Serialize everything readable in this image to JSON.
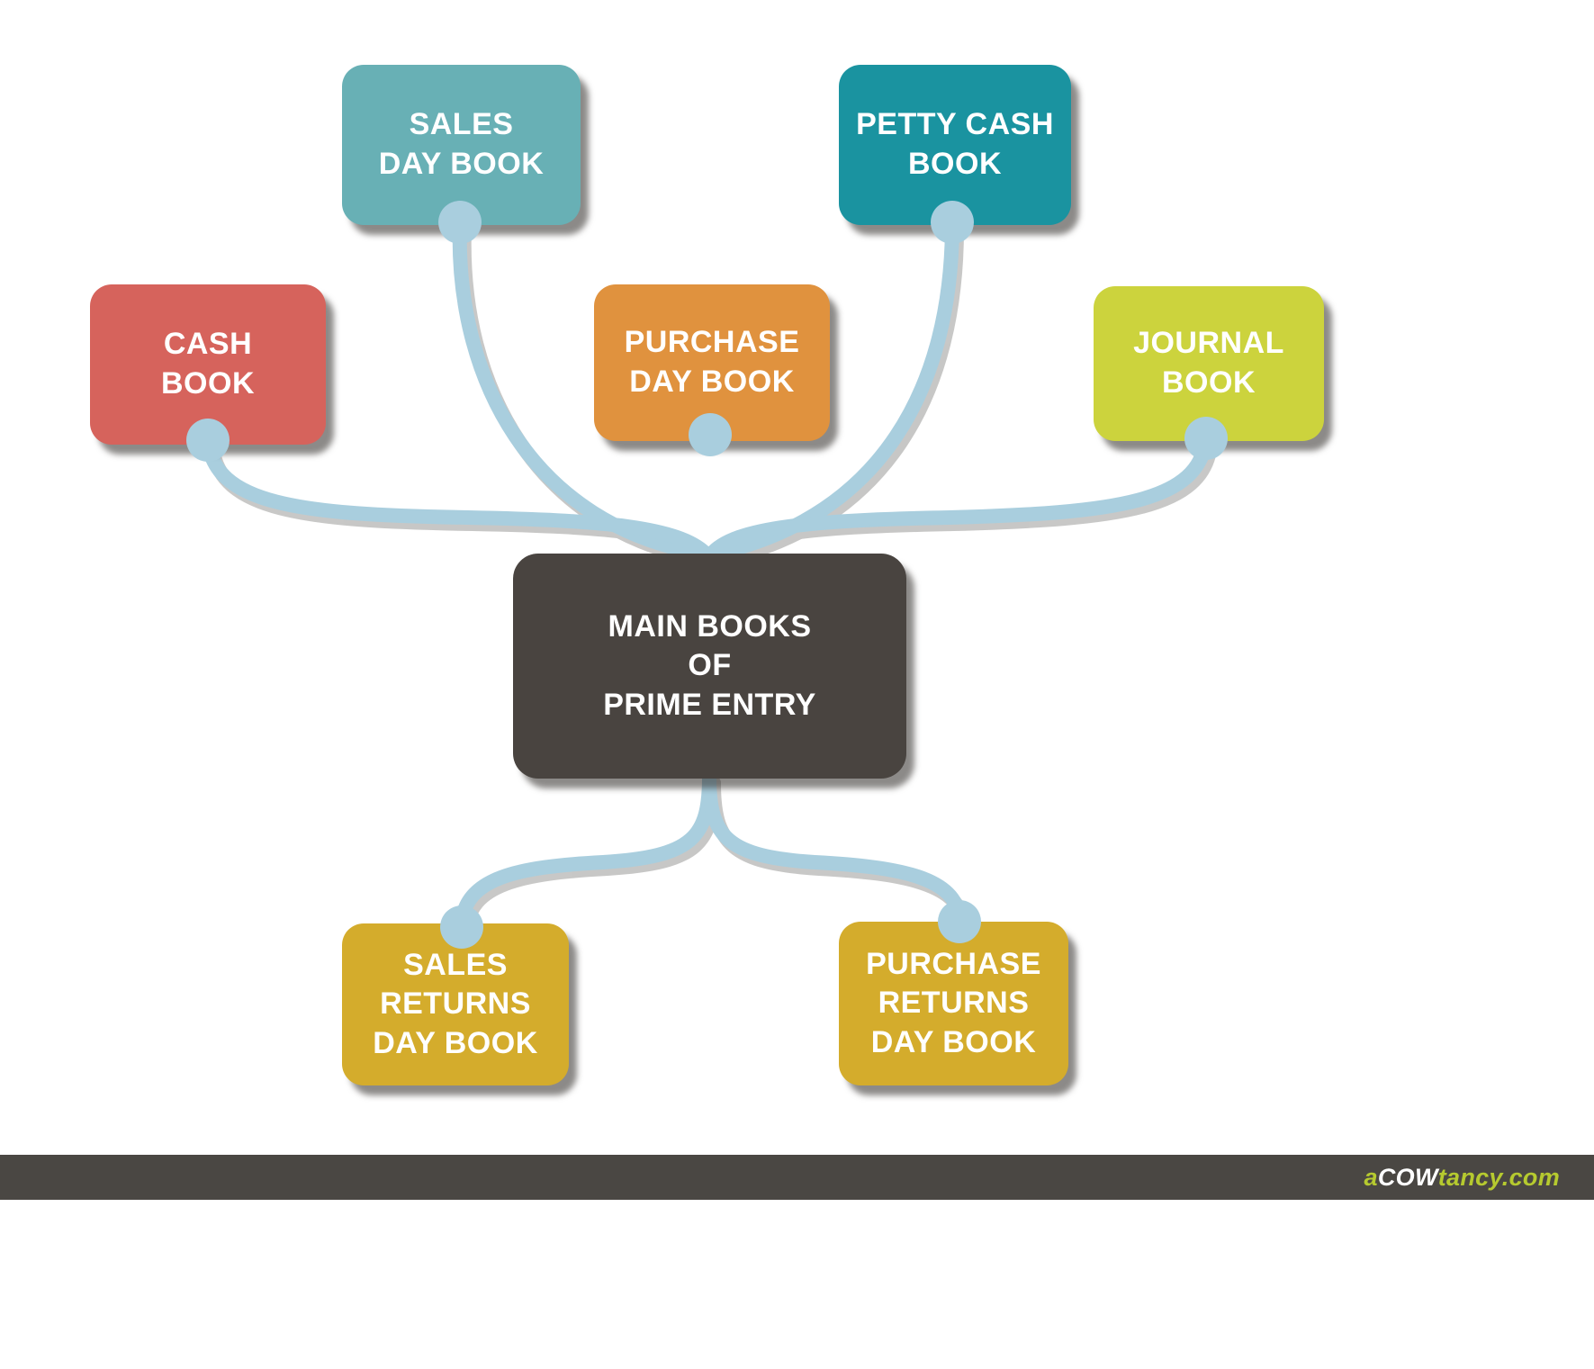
{
  "diagram": {
    "title_node": "main_books_of_prime_entry",
    "connector_color": "#a9cede",
    "connector_shadow_color": "#3b3835",
    "nodes": {
      "sales_day_book": {
        "label": "SALES\nDAY BOOK",
        "color": "#68b0b5"
      },
      "petty_cash_book": {
        "label": "PETTY CASH\nBOOK",
        "color": "#1a93a0"
      },
      "cash_book": {
        "label": "CASH\nBOOK",
        "color": "#d6635c"
      },
      "purchase_day_book": {
        "label": "PURCHASE\nDAY BOOK",
        "color": "#e0923e"
      },
      "journal_book": {
        "label": "JOURNAL\nBOOK",
        "color": "#ccd33d"
      },
      "main_books": {
        "label": "MAIN BOOKS\nOF\nPRIME ENTRY",
        "color": "#494440"
      },
      "sales_returns_day_book": {
        "label": "SALES\nRETURNS\nDAY BOOK",
        "color": "#d4ac2c"
      },
      "purchase_returns_day_book": {
        "label": "PURCHASE\nRETURNS\nDAY BOOK",
        "color": "#d4ac2c"
      }
    }
  },
  "footer": {
    "bar_color": "#4a4743",
    "logo": {
      "prefix": "a",
      "mid": "COW",
      "suffix": "tancy",
      "domain": ".com",
      "accent_color": "#b6ca2f",
      "mid_color": "#ffffff"
    }
  }
}
